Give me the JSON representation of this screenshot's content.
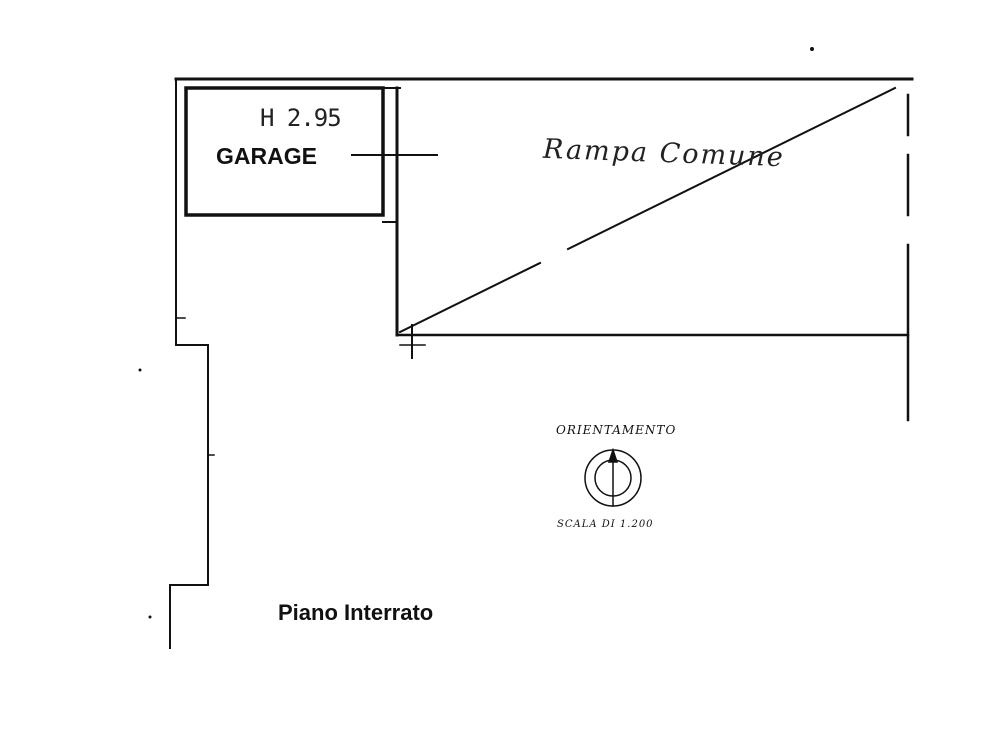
{
  "plan": {
    "room_label": "GARAGE",
    "height_label": "H 2.95",
    "ramp_label": "Rampa Comune",
    "orientation_label": "ORIENTAMENTO",
    "scale_label": "SCALA DI 1.200",
    "floor_title": "Piano Interrato"
  }
}
